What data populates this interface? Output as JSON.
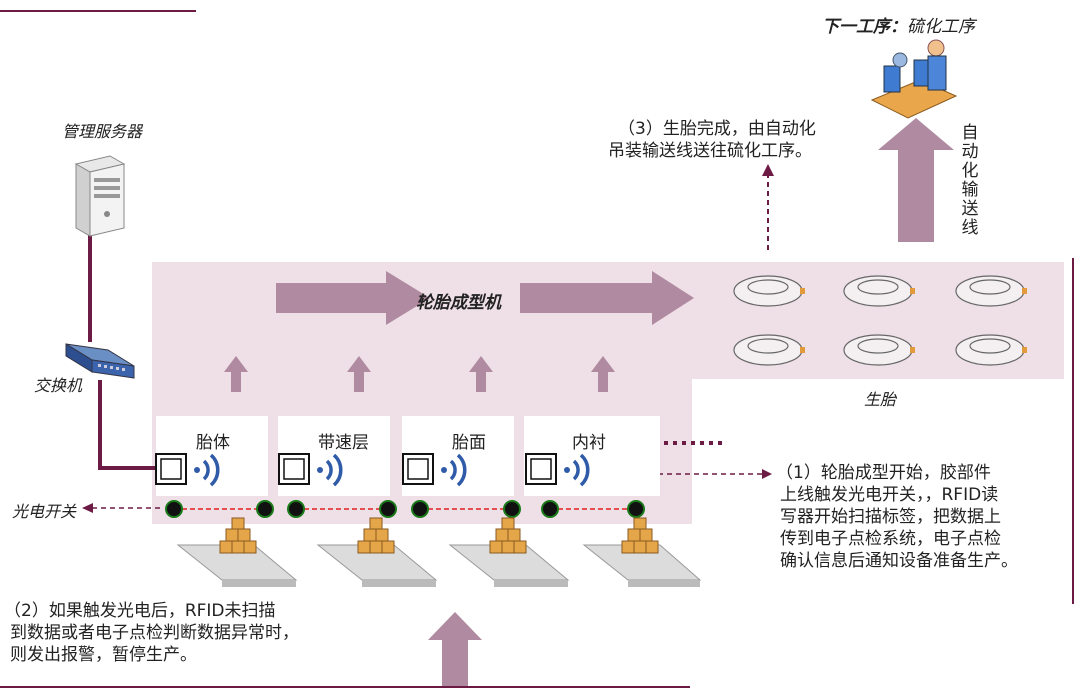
{
  "next_process": {
    "label": "下一工序：",
    "value": "硫化工序"
  },
  "server_label": "管理服务器",
  "switch_label": "交换机",
  "photo_switch_label": "光电开关",
  "machine_label": "轮胎成型机",
  "green_tire_label": "生胎",
  "conveyor_label": "自动化输送线",
  "stations": [
    {
      "label": "胎体"
    },
    {
      "label": "带速层"
    },
    {
      "label": "胎面"
    },
    {
      "label": "内衬"
    }
  ],
  "step1": {
    "lines": [
      "（1）轮胎成型开始，胶部件",
      "上线触发光电开关，，RFID读",
      "写器开始扫描标签，把数据上",
      "传到电子点检系统，电子点检",
      "确认信息后通知设备准备生产。"
    ]
  },
  "step2": {
    "lines": [
      "（2）如果触发光电后，RFID未扫描",
      "到数据或者电子点检判断数据异常时，",
      "则发出报警，暂停生产。"
    ]
  },
  "step3": {
    "lines": [
      "（3）生胎完成，由自动化",
      "吊装输送线送往硫化工序。"
    ]
  },
  "colors": {
    "band": "#efe0e7",
    "arrow": "#b08aa0",
    "accent": "#6b1b44",
    "laser": "#e02020"
  }
}
